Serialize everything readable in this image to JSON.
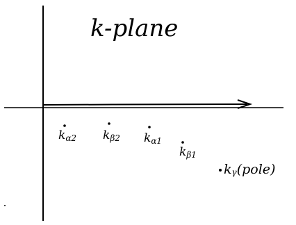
{
  "diagram": {
    "title": "k-plane",
    "points": [
      {
        "base": "k",
        "sub": "α2"
      },
      {
        "base": "k",
        "sub": "β2"
      },
      {
        "base": "k",
        "sub": "α1"
      },
      {
        "base": "k",
        "sub": "β1"
      }
    ],
    "pole": {
      "base": "k",
      "sub": "γ",
      "suffix": "(pole)"
    }
  }
}
